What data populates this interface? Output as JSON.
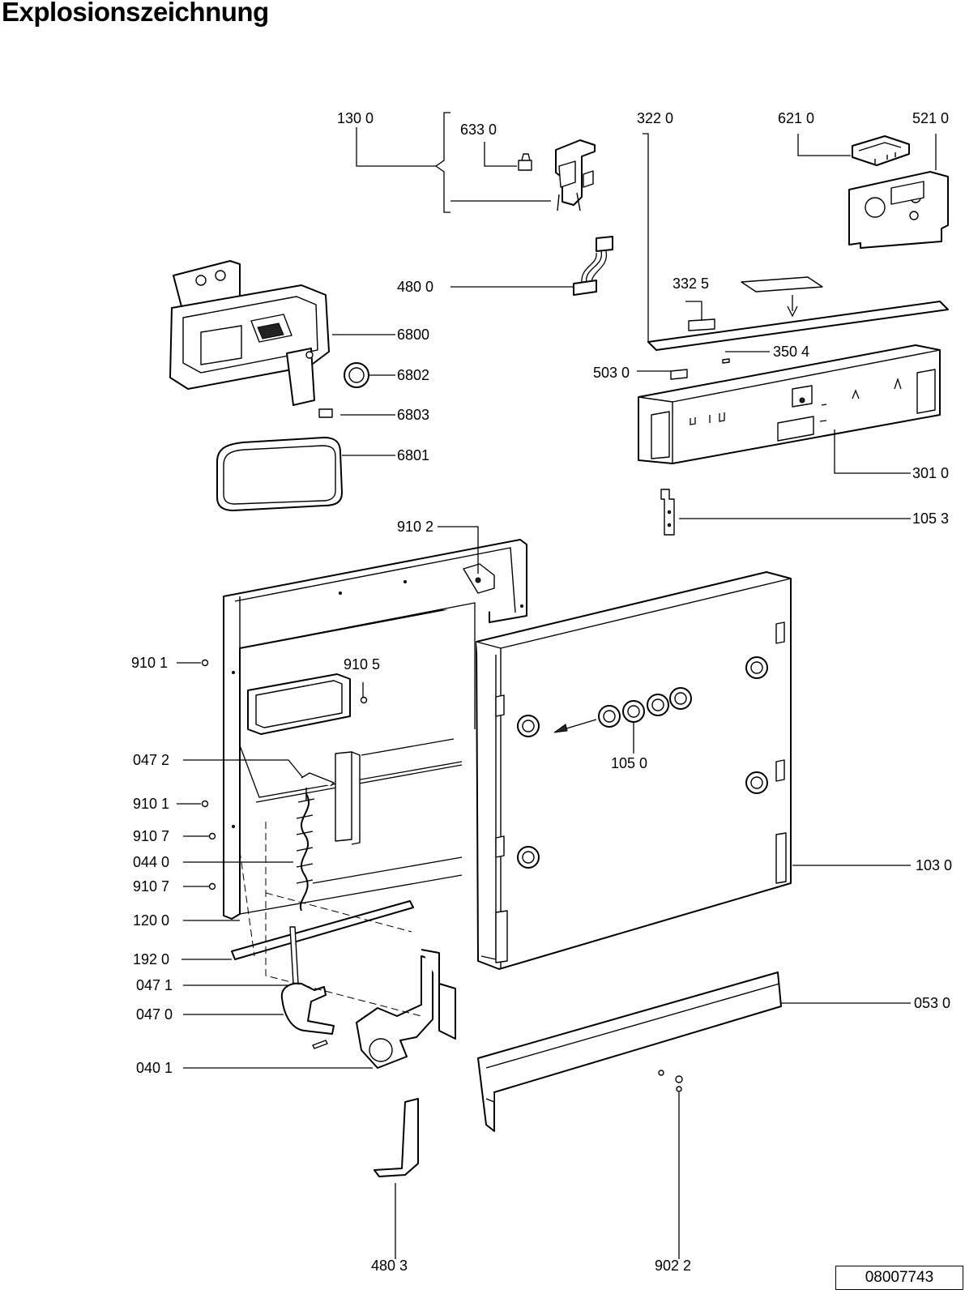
{
  "title": "Explosionszeichnung",
  "document_number": "08007743",
  "callouts": [
    {
      "id": "1300",
      "text": "130 0"
    },
    {
      "id": "6330",
      "text": "633 0"
    },
    {
      "id": "3220",
      "text": "322  0"
    },
    {
      "id": "6210",
      "text": "621 0"
    },
    {
      "id": "5210",
      "text": "521 0"
    },
    {
      "id": "4800",
      "text": "480 0"
    },
    {
      "id": "3325",
      "text": "332 5"
    },
    {
      "id": "6800",
      "text": "6800"
    },
    {
      "id": "3504",
      "text": "350 4"
    },
    {
      "id": "6802",
      "text": "6802"
    },
    {
      "id": "5030",
      "text": "503  0"
    },
    {
      "id": "6803",
      "text": "6803"
    },
    {
      "id": "6801",
      "text": "6801"
    },
    {
      "id": "3010",
      "text": "301 0"
    },
    {
      "id": "1053",
      "text": "105 3"
    },
    {
      "id": "9102",
      "text": "910 2"
    },
    {
      "id": "9101a",
      "text": "910 1"
    },
    {
      "id": "9105",
      "text": "910 5"
    },
    {
      "id": "1050",
      "text": "105 0"
    },
    {
      "id": "0472",
      "text": "047 2"
    },
    {
      "id": "9101b",
      "text": "910 1"
    },
    {
      "id": "9107a",
      "text": "910 7"
    },
    {
      "id": "0440",
      "text": "044 0"
    },
    {
      "id": "1030",
      "text": "103 0"
    },
    {
      "id": "9107b",
      "text": "910 7"
    },
    {
      "id": "1200",
      "text": "120 0"
    },
    {
      "id": "1920",
      "text": "192 0"
    },
    {
      "id": "0471",
      "text": "047 1"
    },
    {
      "id": "0530",
      "text": "053 0"
    },
    {
      "id": "0470",
      "text": "047 0"
    },
    {
      "id": "0401",
      "text": "040 1"
    },
    {
      "id": "4803",
      "text": "480 3"
    },
    {
      "id": "9022",
      "text": "902 2"
    }
  ]
}
